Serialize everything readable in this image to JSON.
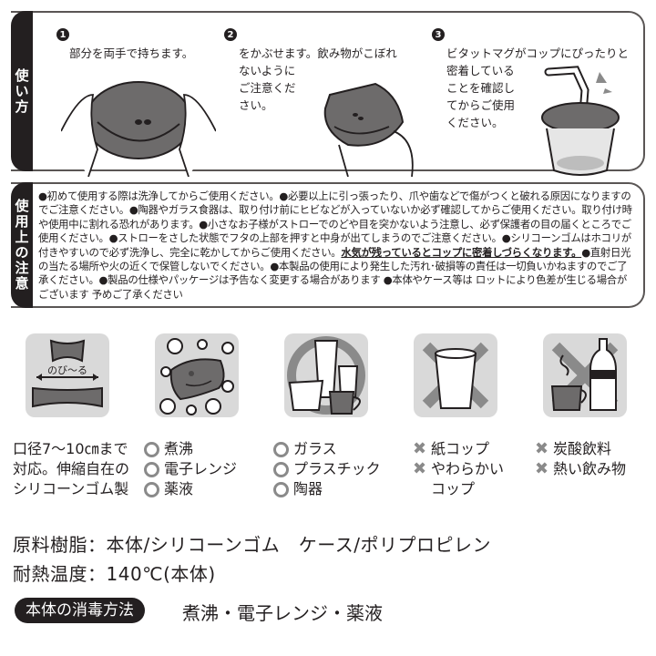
{
  "usage": {
    "band_label": [
      "使",
      "い",
      "方"
    ],
    "steps": [
      {
        "number": "1",
        "text": "部分を両手で持ちます。"
      },
      {
        "number": "2",
        "text": "をかぶせます。飲み物がこぼれ\nないように\nご注意くだ\nさい。"
      },
      {
        "number": "3",
        "text": "ビタットマグがコップにぴったりと\n密着している\nことを確認し\nてからご使用\nください。"
      }
    ]
  },
  "caution": {
    "band_label": [
      "使",
      "用",
      "上",
      "の",
      "注",
      "意"
    ],
    "text_before_underline": "●初めて使用する際は洗浄してからご使用ください。●必要以上に引っ張ったり、爪や歯などで傷がつくと破れる原因になりますのでご注意ください。●陶器やガラス食器は、取り付け前にヒビなどが入っていないか必ず確認してからご使用ください。取り付け時や使用中に割れる恐れがあります。●小さなお子様がストローでのどや目を突かないよう注意し、必ず保護者の目の届くところでご使用ください。●ストローをさした状態でフタの上部を押すと中身が出てしまうのでご注意ください。●シリコーンゴムはホコリが付きやすいので必ず洗浄し、完全に乾かしてからご使用ください。",
    "underlined": "水気が残っているとコップに密着しづらくなります。",
    "text_after_underline": "●直射日光の当たる場所や火の近くで保管しないでください。●本製品の使用により発生した汚れ･破損等の責任は一切負いかねますのでご了承ください。●製品の仕様やパッケージは予告なく変更する場合があります ●本体やケース等は ロットにより色差が生じる場合がございます 予めご了承ください"
  },
  "features": {
    "stretch_label": "のび〜る",
    "stretch_text": [
      "口径7〜10㎝まで",
      "対応。伸縮自在の",
      "シリコーンゴム製"
    ],
    "disinfection_ok": [
      "煮沸",
      "電子レンジ",
      "薬液"
    ],
    "materials_ok": [
      "ガラス",
      "プラスチック",
      "陶器"
    ],
    "cups_ng": [
      "紙コップ",
      "やわらかい",
      "コップ"
    ],
    "drinks_ng": [
      "炭酸飲料",
      "熱い飲み物"
    ],
    "ok_mark": "○",
    "ng_mark": "✖"
  },
  "specs": {
    "material": "原料樹脂：本体/シリコーンゴム　ケース/ポリプロピレン",
    "heat": "耐熱温度：140℃(本体)",
    "disinfection_label": "本体の消毒方法",
    "disinfection_methods": "煮沸・電子レンジ・薬液"
  },
  "colors": {
    "dark": "#231f20",
    "gray": "#8a8a8a",
    "tile": "#d9d9d9",
    "lid": "#6d6b6b"
  }
}
